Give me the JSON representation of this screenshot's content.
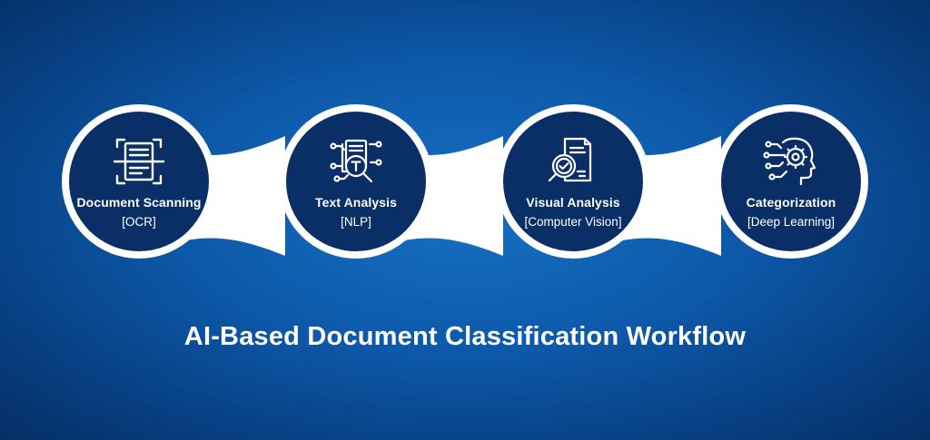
{
  "title": "AI-Based Document Classification Workflow",
  "colors": {
    "node_fill": "#0a2f66",
    "ring": "#ffffff",
    "background": "#0d58a8"
  },
  "steps": [
    {
      "title": "Document Scanning",
      "subtitle": "[OCR]",
      "icon": "document-scan-icon"
    },
    {
      "title": "Text Analysis",
      "subtitle": "[NLP]",
      "icon": "text-analysis-icon"
    },
    {
      "title": "Visual Analysis",
      "subtitle": "[Computer Vision]",
      "icon": "magnifier-document-icon"
    },
    {
      "title": "Categorization",
      "subtitle": "[Deep Learning]",
      "icon": "ai-head-gear-icon"
    }
  ]
}
